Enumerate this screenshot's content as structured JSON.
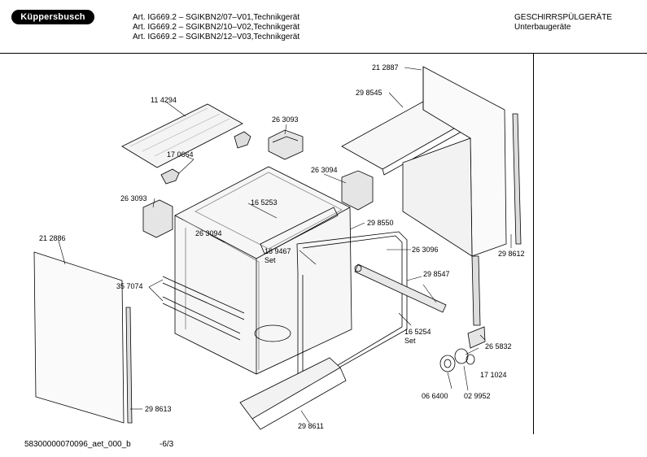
{
  "brand": "Küppersbusch",
  "header": {
    "articles": [
      "Art. IG669.2 – SGIKBN2/07–V01,Technikgerät",
      "Art. IG669.2 – SGIKBN2/10–V02,Technikgerät",
      "Art. IG669.2 – SGIKBN2/12–V03,Technikgerät"
    ],
    "category": "GESCHIRRSPÜLGERÄTE",
    "subcategory": "Unterbaugeräte"
  },
  "footer": {
    "doc_id": "58300000070096_aet_000_b",
    "page": "-6/3"
  },
  "parts": [
    "21 2887",
    "29 8545",
    "11 4294",
    "26 3093",
    "17 0664",
    "26 3094",
    "16 5253",
    "26 3093",
    "29 8550",
    "26 3094",
    "16 9467",
    "Set",
    "26 3096",
    "29 8612",
    "21 2886",
    "29 8547",
    "35 7074",
    "16 5254",
    "Set",
    "26 5832",
    "17 1024",
    "06 6400",
    "02 9952",
    "29 8613",
    "29 8611"
  ]
}
